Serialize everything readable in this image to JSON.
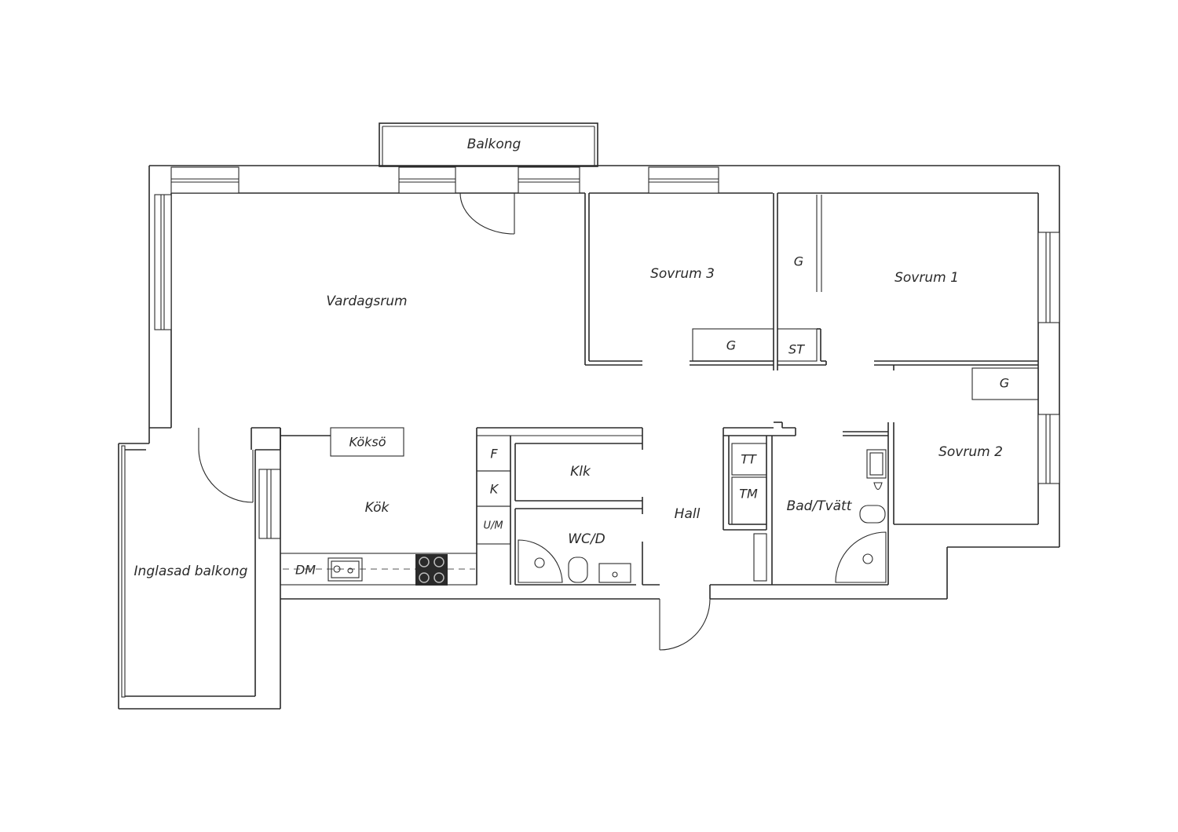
{
  "rooms": {
    "balkong": "Balkong",
    "vardagsrum": "Vardagsrum",
    "sovrum3": "Sovrum 3",
    "sovrum1": "Sovrum 1",
    "sovrum2": "Sovrum 2",
    "kok": "Kök",
    "klk": "Klk",
    "hall": "Hall",
    "wcd": "WC/D",
    "badtvatt": "Bad/Tvätt",
    "inglasad": "Inglasad balkong"
  },
  "fixtures": {
    "g1": "G",
    "g2": "G",
    "g3": "G",
    "st": "ST",
    "tt": "TT",
    "tm": "TM",
    "f": "F",
    "k": "K",
    "um": "U/M",
    "dm": "DM",
    "koksö": "Köksö"
  }
}
